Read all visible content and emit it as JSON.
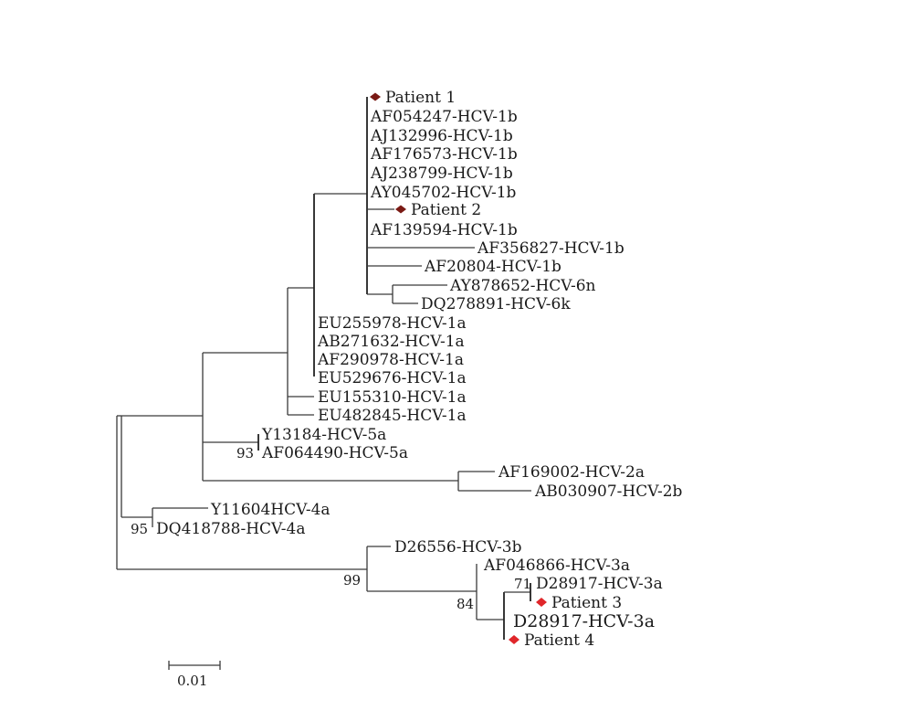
{
  "tree": {
    "taxa": [
      {
        "id": "p1",
        "label": "Patient 1",
        "marker": "diamond",
        "marker_color": "#7a1a14"
      },
      {
        "id": "t2",
        "label": "AF054247-HCV-1b"
      },
      {
        "id": "t3",
        "label": "AJ132996-HCV-1b"
      },
      {
        "id": "t4",
        "label": "AF176573-HCV-1b"
      },
      {
        "id": "t5",
        "label": "AJ238799-HCV-1b"
      },
      {
        "id": "t6",
        "label": "AY045702-HCV-1b"
      },
      {
        "id": "p2",
        "label": "Patient 2",
        "marker": "diamond",
        "marker_color": "#7a1a14"
      },
      {
        "id": "t8",
        "label": "AF139594-HCV-1b"
      },
      {
        "id": "t9",
        "label": "AF356827-HCV-1b"
      },
      {
        "id": "t10",
        "label": "AF20804-HCV-1b"
      },
      {
        "id": "t11",
        "label": "AY878652-HCV-6n"
      },
      {
        "id": "t12",
        "label": "DQ278891-HCV-6k"
      },
      {
        "id": "t13",
        "label": "EU255978-HCV-1a"
      },
      {
        "id": "t14",
        "label": "AB271632-HCV-1a"
      },
      {
        "id": "t15",
        "label": "AF290978-HCV-1a"
      },
      {
        "id": "t16",
        "label": "EU529676-HCV-1a"
      },
      {
        "id": "t17",
        "label": "EU155310-HCV-1a"
      },
      {
        "id": "t18",
        "label": "EU482845-HCV-1a"
      },
      {
        "id": "t19",
        "label": "Y13184-HCV-5a"
      },
      {
        "id": "t20",
        "label": "AF064490-HCV-5a"
      },
      {
        "id": "t21",
        "label": "AF169002-HCV-2a"
      },
      {
        "id": "t22",
        "label": "AB030907-HCV-2b"
      },
      {
        "id": "t23",
        "label": "Y11604HCV-4a"
      },
      {
        "id": "t24",
        "label": "DQ418788-HCV-4a"
      },
      {
        "id": "t25",
        "label": "D26556-HCV-3b"
      },
      {
        "id": "t26",
        "label": "AF046866-HCV-3a"
      },
      {
        "id": "t27",
        "label": "D28917-HCV-3a"
      },
      {
        "id": "p3",
        "label": "Patient 3",
        "marker": "diamond",
        "marker_color": "#e0262a"
      },
      {
        "id": "t29",
        "label": "D28917-HCV-3a"
      },
      {
        "id": "p4",
        "label": "Patient 4",
        "marker": "diamond",
        "marker_color": "#e0262a"
      }
    ],
    "bootstrap": [
      {
        "id": "b93",
        "value": "93"
      },
      {
        "id": "b95",
        "value": "95"
      },
      {
        "id": "b99",
        "value": "99"
      },
      {
        "id": "b84",
        "value": "84"
      },
      {
        "id": "b71",
        "value": "71"
      }
    ],
    "scale_bar": {
      "label": "0.01"
    }
  }
}
